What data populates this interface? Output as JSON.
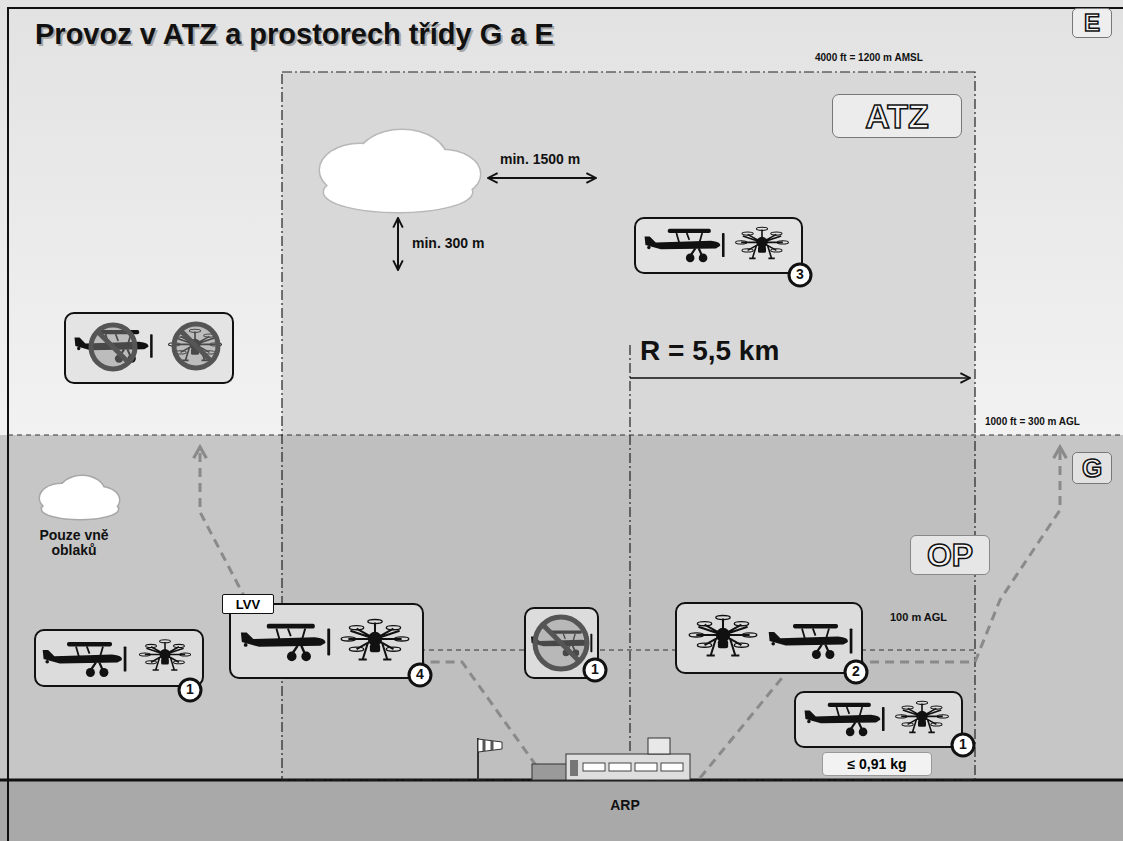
{
  "diagram": {
    "title": "Provoz v ATZ a prostorech třídy G a E",
    "nodes": [
      {
        "text": [
          "E"
        ]
      },
      {
        "text": [
          "ATZ"
        ]
      },
      {
        "text": [
          "G"
        ]
      },
      {
        "text": [
          "OP"
        ]
      },
      {
        "text": [
          "LVV"
        ]
      },
      {
        "text": [
          "≤ 0,91 kg"
        ]
      }
    ],
    "labels": [
      "4000 ft = 1200 m AMSL",
      "min. 1500 m",
      "min. 300 m",
      "3",
      "R = 5,5 km",
      "1000 ft = 300 m AGL",
      "Pouze vně oblaků",
      "100 m AGL",
      "1",
      "4",
      "1",
      "2",
      "1",
      "ARP"
    ]
  }
}
